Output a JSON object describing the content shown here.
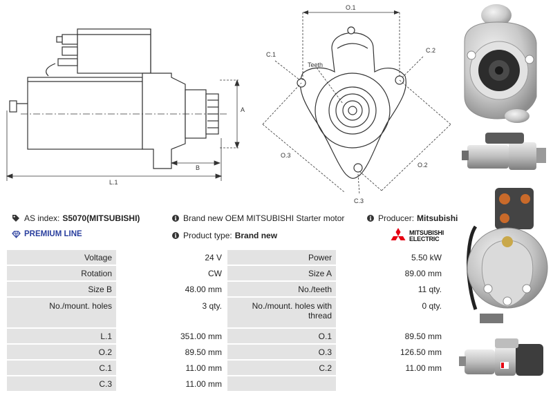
{
  "drawing_labels": {
    "a": "A",
    "b": "B",
    "l1": "L.1",
    "o1": "O.1",
    "o2": "O.2",
    "o3": "O.3",
    "c1": "C.1",
    "c2": "C.2",
    "c3": "C.3",
    "teeth": "Teeth"
  },
  "info": {
    "as_index_label": "AS index:",
    "as_index_value": "S5070(MITSUBISHI)",
    "premium_line": "PREMIUM LINE",
    "description": "Brand new OEM MITSUBISHI Starter motor",
    "product_type_label": "Product type:",
    "product_type_value": "Brand new",
    "producer_label": "Producer:",
    "producer_value": "Mitsubishi"
  },
  "brand": {
    "line1": "MITSUBISHI",
    "line2": "ELECTRIC",
    "color": "#e60012"
  },
  "icons": {
    "tag": "tag-icon",
    "diamond": "diamond-icon",
    "info": "info-icon"
  },
  "specs": [
    {
      "label1": "Voltage",
      "value1": "24 V",
      "label2": "Power",
      "value2": "5.50 kW"
    },
    {
      "label1": "Rotation",
      "value1": "CW",
      "label2": "Size A",
      "value2": "89.00 mm"
    },
    {
      "label1": "Size B",
      "value1": "48.00 mm",
      "label2": "No./teeth",
      "value2": "11 qty."
    },
    {
      "label1": "No./mount. holes",
      "value1": "3 qty.",
      "label2": "No./mount. holes with thread",
      "value2": "0 qty."
    },
    {
      "label1": "L.1",
      "value1": "351.00 mm",
      "label2": "O.1",
      "value2": "89.50 mm"
    },
    {
      "label1": "O.2",
      "value1": "89.50 mm",
      "label2": "O.3",
      "value2": "126.50 mm"
    },
    {
      "label1": "C.1",
      "value1": "11.00 mm",
      "label2": "C.2",
      "value2": "11.00 mm"
    },
    {
      "label1": "C.3",
      "value1": "11.00 mm",
      "label2": "",
      "value2": ""
    }
  ],
  "colors": {
    "table_label_bg": "#e3e3e3",
    "premium": "#2a3f9e"
  }
}
